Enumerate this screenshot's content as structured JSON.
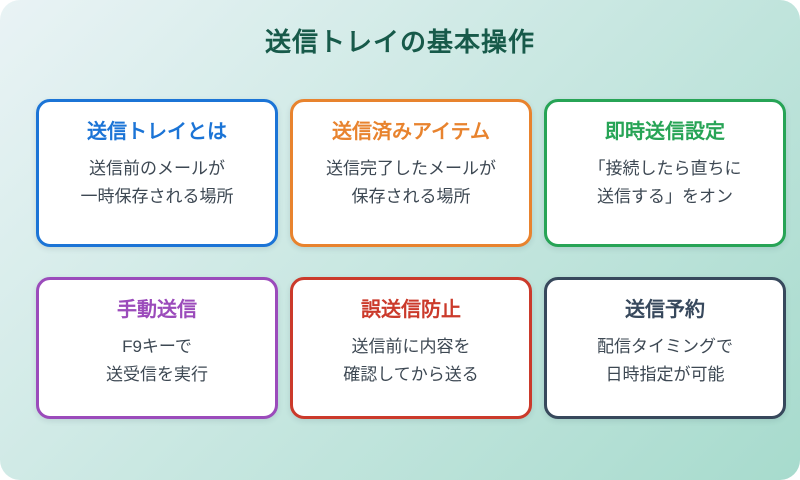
{
  "title": "送信トレイの基本操作",
  "theme": {
    "background_gradient_start": "#e9f3f5",
    "background_gradient_end": "#a7dbcd",
    "title_color": "#175a4a",
    "body_text_color": "#3d4853",
    "card_background": "#ffffff"
  },
  "cards": [
    {
      "title": "送信トレイとは",
      "line1": "送信前のメールが",
      "line2": "一時保存される場所",
      "accent": "#1b74d6"
    },
    {
      "title": "送信済みアイテム",
      "line1": "送信完了したメールが",
      "line2": "保存される場所",
      "accent": "#e8832e"
    },
    {
      "title": "即時送信設定",
      "line1": "「接続したら直ちに",
      "line2": "送信する」をオン",
      "accent": "#27a456"
    },
    {
      "title": "手動送信",
      "line1": "F9キーで",
      "line2": "送受信を実行",
      "accent": "#9b4bbb"
    },
    {
      "title": "誤送信防止",
      "line1": "送信前に内容を",
      "line2": "確認してから送る",
      "accent": "#cb3a2b"
    },
    {
      "title": "送信予約",
      "line1": "配信タイミングで",
      "line2": "日時指定が可能",
      "accent": "#37485c"
    }
  ]
}
